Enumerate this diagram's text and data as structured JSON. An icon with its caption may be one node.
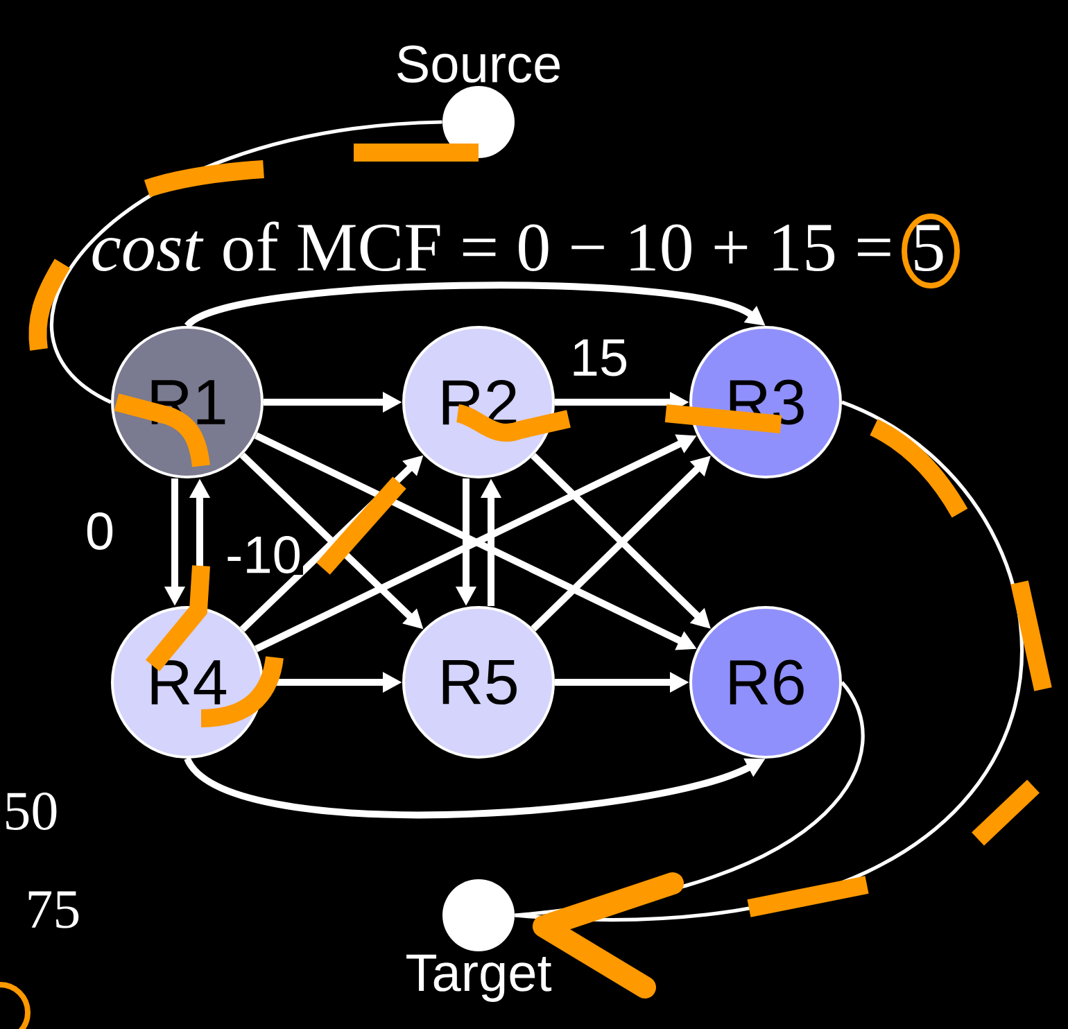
{
  "diagram": {
    "nodes": [
      {
        "text": [
          "Source"
        ]
      },
      {
        "text": [
          "R1"
        ]
      },
      {
        "text": [
          "R2"
        ]
      },
      {
        "text": [
          "R3"
        ]
      },
      {
        "text": [
          "R4"
        ]
      },
      {
        "text": [
          "R5"
        ]
      },
      {
        "text": [
          "R6"
        ]
      },
      {
        "text": [
          "Target"
        ]
      }
    ],
    "edges": [
      {
        "from": 0,
        "to": 1,
        "arrow": "none"
      },
      {
        "from": 1,
        "to": 3,
        "arrow": "to"
      },
      {
        "from": 1,
        "to": 2,
        "arrow": "to"
      },
      {
        "from": 2,
        "to": 3,
        "arrow": "to",
        "label": "15"
      },
      {
        "from": 1,
        "to": 4,
        "arrow": "to",
        "label": "0"
      },
      {
        "from": 4,
        "to": 1,
        "arrow": "to",
        "label": "-10"
      },
      {
        "from": 1,
        "to": 5,
        "arrow": "to"
      },
      {
        "from": 1,
        "to": 6,
        "arrow": "to"
      },
      {
        "from": 2,
        "to": 5,
        "arrow": "to"
      },
      {
        "from": 5,
        "to": 2,
        "arrow": "to"
      },
      {
        "from": 2,
        "to": 6,
        "arrow": "to"
      },
      {
        "from": 4,
        "to": 2,
        "arrow": "to"
      },
      {
        "from": 4,
        "to": 3,
        "arrow": "to"
      },
      {
        "from": 4,
        "to": 5,
        "arrow": "to"
      },
      {
        "from": 5,
        "to": 3,
        "arrow": "to"
      },
      {
        "from": 5,
        "to": 6,
        "arrow": "to"
      },
      {
        "from": 4,
        "to": 6,
        "arrow": "to"
      },
      {
        "from": 3,
        "to": 7,
        "arrow": "none"
      },
      {
        "from": 6,
        "to": 7,
        "arrow": "none"
      }
    ],
    "labels": [
      "*cost* of MCF = 0 − 10 + 15 = 5",
      "50",
      "75"
    ]
  }
}
